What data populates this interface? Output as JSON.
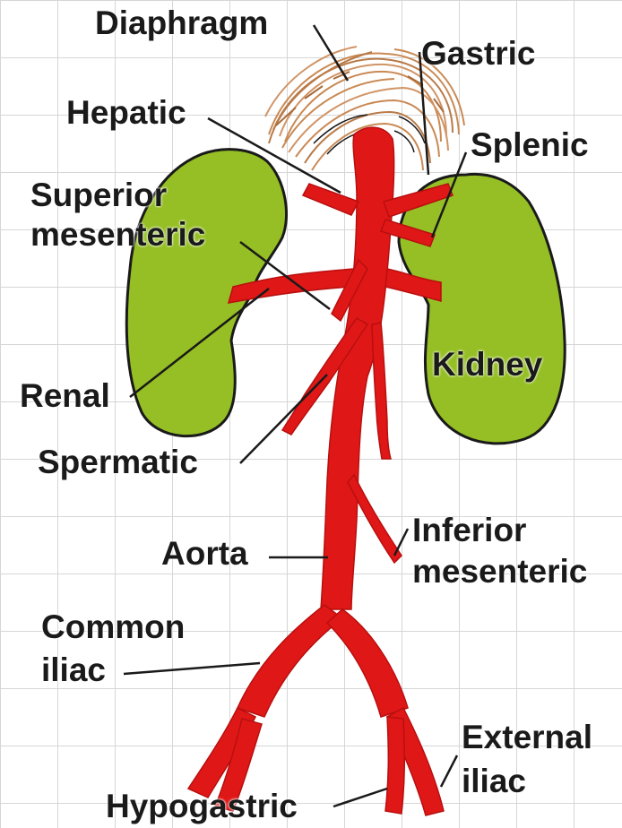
{
  "labels": {
    "diaphragm": "Diaphragm",
    "gastric": "Gastric",
    "hepatic": "Hepatic",
    "splenic": "Splenic",
    "superior_1": "Superior",
    "superior_2": "mesenteric",
    "kidney": "Kidney",
    "renal": "Renal",
    "spermatic": "Spermatic",
    "inferior_1": "Inferior",
    "inferior_2": "mesenteric",
    "aorta": "Aorta",
    "common_1": "Common",
    "common_2": "iliac",
    "external_1": "External",
    "external_2": "iliac",
    "hypogastric": "Hypogastric"
  },
  "colors": {
    "kidney": "#95bf25",
    "artery": "#e01717",
    "diaphragm": "#c98a55",
    "outline": "#1a1a1a",
    "grid": "#d6d6d6"
  }
}
